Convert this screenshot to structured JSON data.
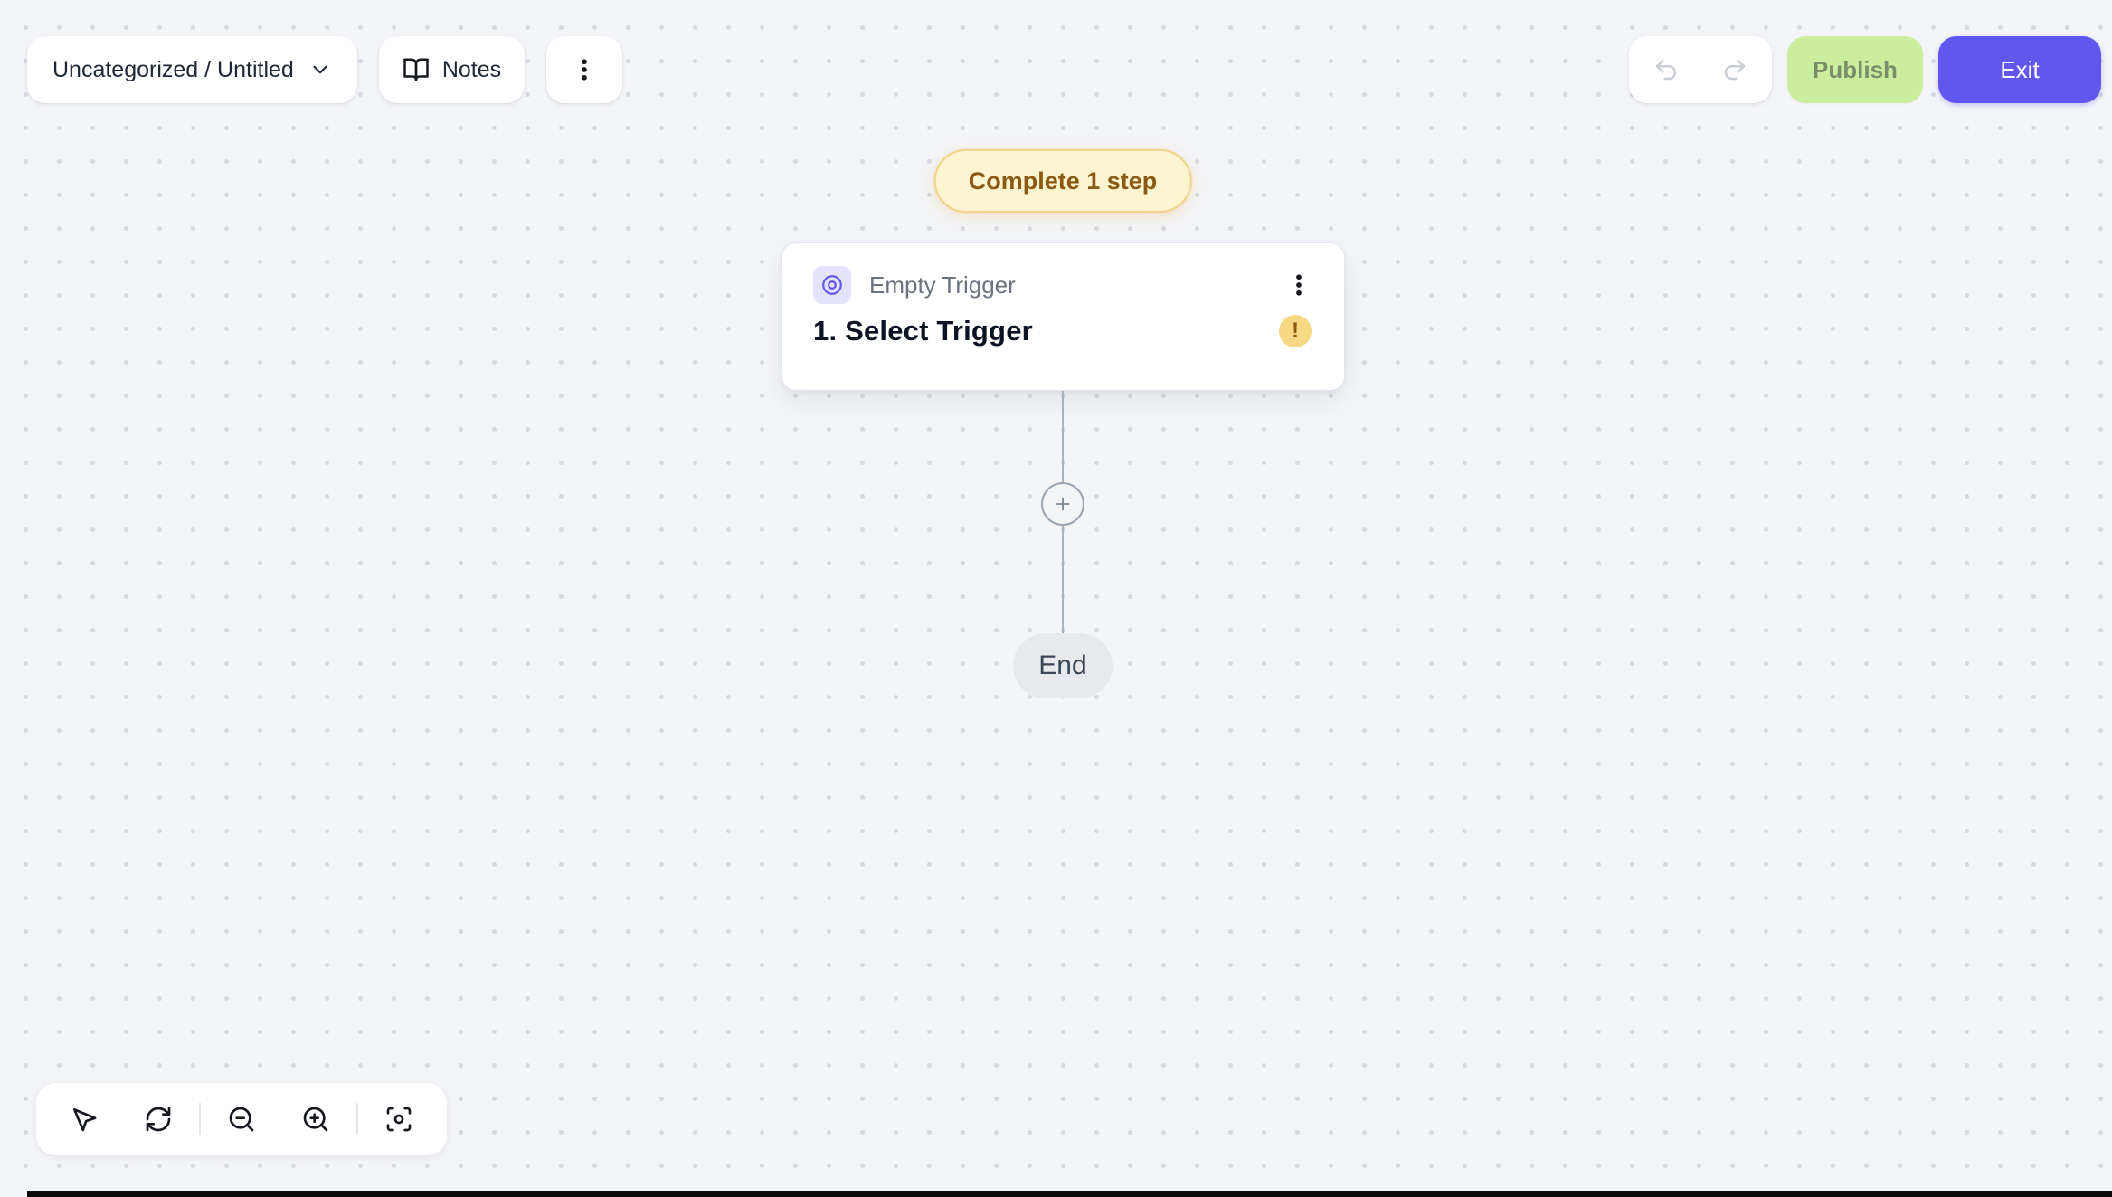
{
  "colors": {
    "canvas_bg": "#f4f5f8",
    "dot": "#d6d9df",
    "accent_indigo": "#6156ee",
    "publish_bg": "#cbee9e",
    "publish_text": "#7c8e69",
    "badge_bg": "#fdf4d0",
    "badge_border": "#f0d38c",
    "badge_text": "#8a5a14",
    "warning_bg": "#f7d883",
    "warning_text": "#8a5a13",
    "trigger_icon_bg": "#e5e3fb",
    "trigger_icon_fg": "#6156ee",
    "connector": "#a9b2be",
    "end_bg": "#e7e9ed",
    "end_text": "#3c4656",
    "text_primary": "#111827",
    "text_secondary": "#6b7280",
    "disabled_icon": "#c9cdd4"
  },
  "header": {
    "project_selector_label": "Uncategorized / Untitled",
    "notes_label": "Notes",
    "publish_label": "Publish",
    "exit_label": "Exit"
  },
  "canvas": {
    "incomplete_steps_badge": "Complete 1 step",
    "trigger_step": {
      "type_label": "Empty Trigger",
      "title": "1. Select Trigger",
      "warning_glyph": "!"
    },
    "end_node_label": "End"
  },
  "icon_names": [
    "chevron-down-icon",
    "book-icon",
    "kebab-menu-icon",
    "undo-icon",
    "redo-icon",
    "trigger-icon",
    "warning-icon",
    "plus-icon",
    "cursor-pointer-icon",
    "refresh-icon",
    "zoom-out-icon",
    "zoom-in-icon",
    "focus-center-icon"
  ]
}
